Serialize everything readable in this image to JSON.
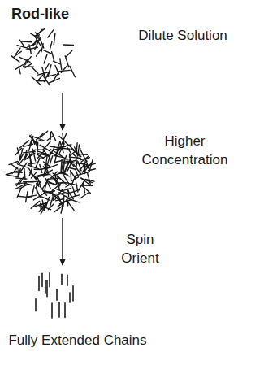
{
  "diagram": {
    "title": "Rod-like",
    "labels": [
      "Dilute Solution",
      "Higher Concentration",
      "Spin Orient",
      "Fully Extended Chains"
    ]
  }
}
